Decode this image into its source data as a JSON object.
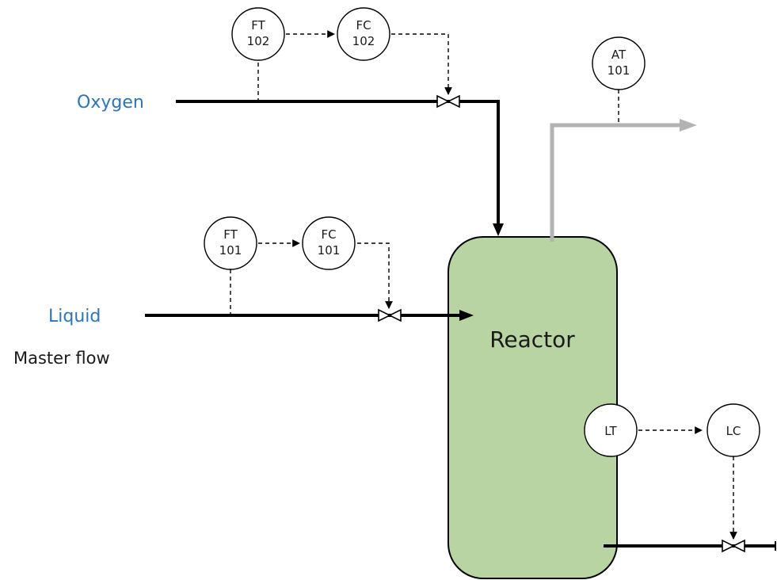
{
  "streams": {
    "oxygen": "Oxygen",
    "liquid": "Liquid",
    "master_flow": "Master flow"
  },
  "vessel": {
    "label": "Reactor",
    "fill_color": "#b8d4a2"
  },
  "instruments": {
    "ft102": [
      "FT",
      "102"
    ],
    "fc102": [
      "FC",
      "102"
    ],
    "at101": [
      "AT",
      "101"
    ],
    "ft101": [
      "FT",
      "101"
    ],
    "fc101": [
      "FC",
      "101"
    ],
    "lt": [
      "LT"
    ],
    "lc": [
      "LC"
    ]
  },
  "colors": {
    "stream_label": "#2f75b5",
    "process_line": "#000000",
    "vent_line": "#b3b3b3"
  }
}
